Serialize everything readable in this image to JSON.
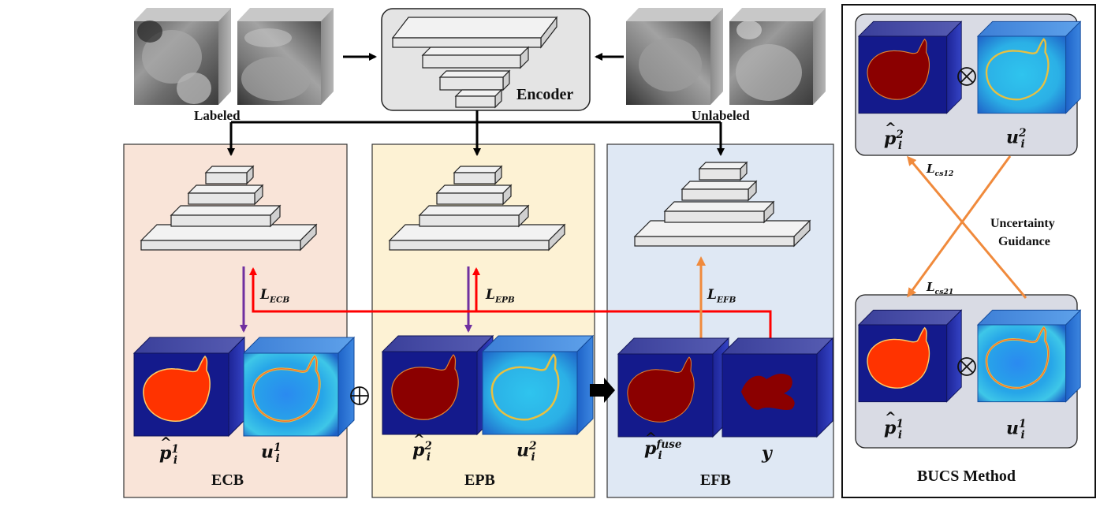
{
  "encoder": {
    "label": "Encoder"
  },
  "inputs": {
    "labeled": "Labeled",
    "unlabeled": "Unlabeled"
  },
  "branches": {
    "ecb": {
      "name": "ECB",
      "loss_script": "L",
      "loss_sub": "ECB",
      "pred_base": "p",
      "pred_sub": "i",
      "pred_sup": "1",
      "unc_base": "u",
      "unc_sub": "i",
      "unc_sup": "1"
    },
    "epb": {
      "name": "EPB",
      "loss_script": "L",
      "loss_sub": "EPB",
      "pred_base": "p",
      "pred_sub": "i",
      "pred_sup": "2",
      "unc_base": "u",
      "unc_sub": "i",
      "unc_sup": "2"
    },
    "efb": {
      "name": "EFB",
      "loss_script": "L",
      "loss_sub": "EFB",
      "pred_base": "p",
      "pred_sub": "i",
      "pred_sup": "fuse",
      "gt_label": "y"
    }
  },
  "operators": {
    "direct_sum": "⊕",
    "tensor_product": "⊗"
  },
  "bucs": {
    "title": "BUCS Method",
    "guidance": [
      "Uncertainty",
      "Guidance"
    ],
    "loss_cs12_script": "L",
    "loss_cs12_sub": "cs12",
    "loss_cs21_script": "L",
    "loss_cs21_sub": "cs21",
    "top": {
      "pred_base": "p",
      "pred_sub": "i",
      "pred_sup": "2",
      "unc_base": "u",
      "unc_sub": "i",
      "unc_sup": "2"
    },
    "bottom": {
      "pred_base": "p",
      "pred_sub": "i",
      "pred_sup": "1",
      "unc_base": "u",
      "unc_sub": "i",
      "unc_sup": "1"
    }
  },
  "colors": {
    "ecb_panel": "#f9e4d8",
    "epb_panel": "#fdf2d4",
    "efb_panel": "#dfe8f4",
    "bucs_card": "#d9dbe4",
    "arrow_purple": "#7030a0",
    "arrow_red": "#ff0000",
    "arrow_orange": "#f08a3c",
    "cube_navy": "#1a1f8c",
    "mask_red": "#ff3300",
    "mask_darkred": "#8b0000",
    "unc_blue": "#1a74d8"
  }
}
